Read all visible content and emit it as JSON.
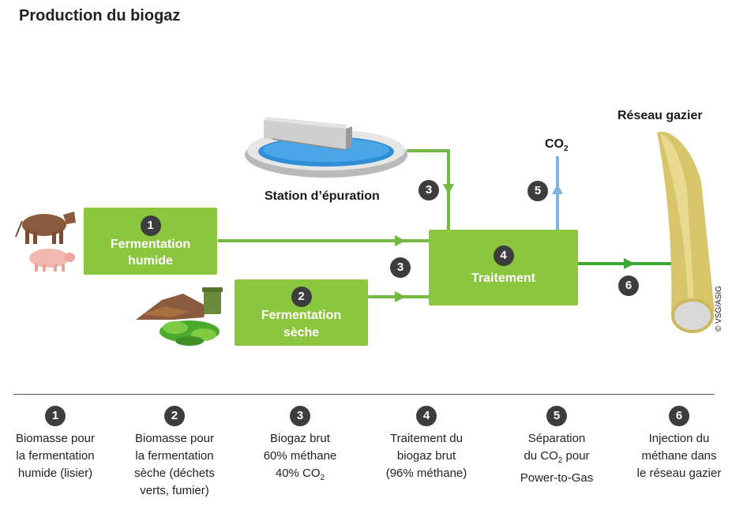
{
  "title": "Production du biogaz",
  "colors": {
    "box_green": "#8cc63f",
    "flow_green": "#74b943",
    "co2_blue": "#7fb3e0",
    "badge_dark": "#3d3d3d",
    "pipe_yellow": "#d8c46a"
  },
  "boxes": {
    "wet": {
      "number": "1",
      "line1": "Fermentation",
      "line2": "humide"
    },
    "dry": {
      "number": "2",
      "line1": "Fermentation",
      "line2": "sèche"
    },
    "treatment": {
      "number": "4",
      "line1": "Traitement"
    }
  },
  "flow_markers": {
    "biogas_top": "3",
    "biogas_mid": "3",
    "co2": "5",
    "injection": "6"
  },
  "labels": {
    "station": "Station d’épuration",
    "co2_main": "CO",
    "co2_sub": "2",
    "network": "Réseau gazier",
    "copyright": "© VSG/ASIG"
  },
  "icons": [
    "cow-icon",
    "pig-icon",
    "green-waste-icon",
    "bin-icon",
    "treatment-plant-icon",
    "gas-pipe-icon"
  ],
  "legend": [
    {
      "number": "1",
      "l1": "Biomasse pour",
      "l2": "la fermentation",
      "l3": "humide (lisier)"
    },
    {
      "number": "2",
      "l1": "Biomasse pour",
      "l2": "la fermentation",
      "l3": "sèche (déchets",
      "l4": "verts, fumier)"
    },
    {
      "number": "3",
      "l1": "Biogaz brut",
      "l2": "60% méthane",
      "l3a": "40% CO",
      "l3b": "2"
    },
    {
      "number": "4",
      "l1": "Traitement du",
      "l2": "biogaz brut",
      "l3": "(96% méthane)"
    },
    {
      "number": "5",
      "l1": "Séparation",
      "l2a": "du CO",
      "l2b": "2",
      "l2c": " pour",
      "l3": "Power-to-Gas"
    },
    {
      "number": "6",
      "l1": "Injection du",
      "l2": "méthane dans",
      "l3": "le réseau gazier"
    }
  ]
}
